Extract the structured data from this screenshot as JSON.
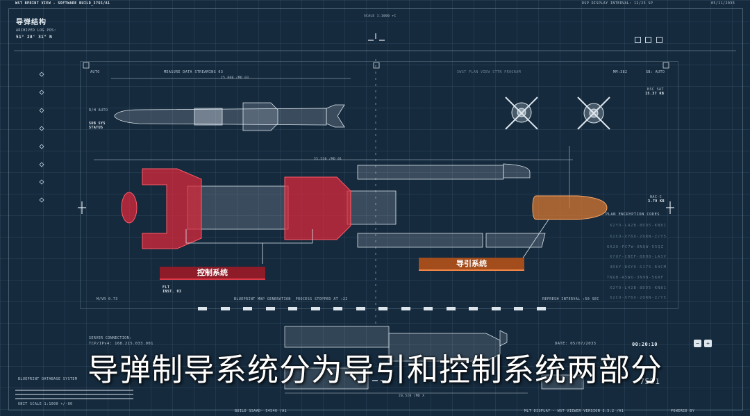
{
  "header": {
    "left": "WST BPRINT VIEW - SOFTWARE BUILD_3765/A1",
    "scale": "SCALE 1:1000 +C",
    "center_right": "DSP DISPLAY INTERVAL: 12/23 SP",
    "date": "05/11/2033"
  },
  "side_panel": {
    "title": "导弹结构",
    "archived": "ARCHIVED LOG POS:",
    "coords": "51° 28' 31\" N"
  },
  "labels": {
    "auto": "AUTO",
    "measure": "MEASURE DATA STREAMING 03",
    "measure_val": "25,880 /MD 03",
    "swst_plan": "SWST PLAN VIEW STTN PROGRAM",
    "mm": "MM:382",
    "sb_auto": "SB: AUTO",
    "ksc": "KSC SAT",
    "ksc_val": "15.37 KB",
    "rh_auto": "R/H AUTO",
    "sub_sys": "SUB SYS",
    "status": "STATUS",
    "mid_measure": "55,520 /MD 01",
    "hac": "HAC-C",
    "hac_val": "3.79 KB",
    "plan_codes": "PLAN ENCRYPTION CODES",
    "mvr": "M/VR 0.73",
    "flt": "FLT",
    "inst": "INST. 03",
    "blueprint_gen": "BLUEPRINT MAP GENERATION _PROCESS STOPPED AT :22",
    "refresh": "REFRESH INTERVAL :50 SEC",
    "server": "SERVER CONNECTION:",
    "tcp": "TCP/IPv4: 168.215.033.001",
    "db": "BLUEPRINT DATABASE SYSTEM",
    "unit_scale": "UNIT SCALE 1:1000 +/-00",
    "date2": "DATE: 05/07/2033",
    "time": "00:20:10",
    "counter": "7521",
    "bottom_measure": "20,520 /MD X",
    "build": "BUILD SSAAD- 54546 /A1",
    "viewer": "MLT DISPLAY - WST VIEWER VERSION 3.5.2 /A1",
    "powered": "POWERED BY"
  },
  "codes": [
    "X2YO-L42B-8DD5-KN81",
    "X2CU-X76X-2QRN-Z/Y5",
    "6A26-PC7W-ONQW-55QZ",
    "X7U7-CBEF-8BH8-LA3V",
    "4R6Y-8XYO-S175-R4CM",
    "TNGB-A5WU-3N9N-5KRF",
    "X2YO-L42B-8DD5-KN81",
    "X2CU-X76X-2QRN-Z/Y5"
  ],
  "tags": {
    "control": "控制系统",
    "guidance": "导引系统"
  },
  "subtitle": "导弹制导系统分为导引和控制系统两部分",
  "colors": {
    "background": "#152a3d",
    "control_red": "#d8283a",
    "guidance_orange": "#e27a2e",
    "wireframe": "#dfe7ee"
  }
}
